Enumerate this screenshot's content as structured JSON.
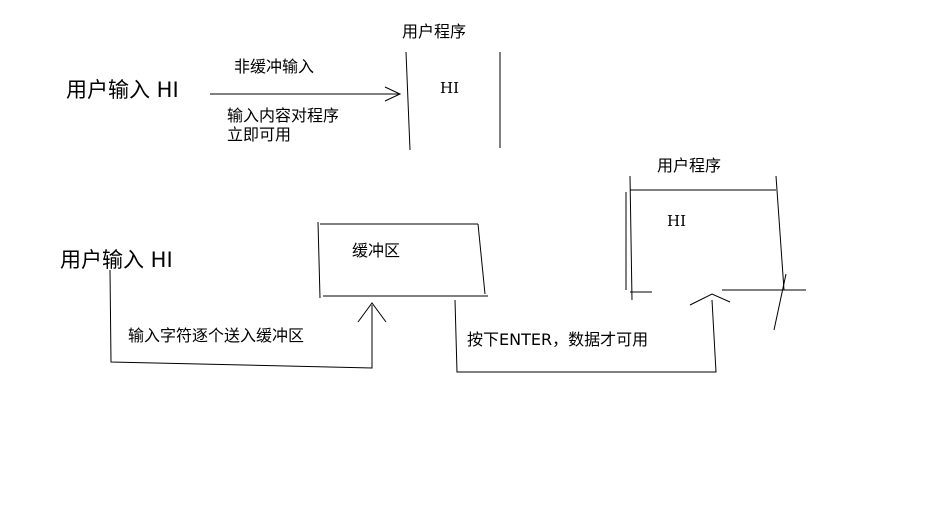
{
  "top": {
    "user_input": "用户输入 HI",
    "arrow_label": "非缓冲输入",
    "note_line1": "输入内容对程序",
    "note_line2": "立即可用",
    "program_title": "用户程序",
    "program_content": "HI"
  },
  "bottom": {
    "user_input": "用户输入 HI",
    "buffer_label": "缓冲区",
    "feed_label": "输入字符逐个送入缓冲区",
    "enter_label": "按下ENTER，数据才可用",
    "program_title": "用户程序",
    "program_content": "HI"
  }
}
